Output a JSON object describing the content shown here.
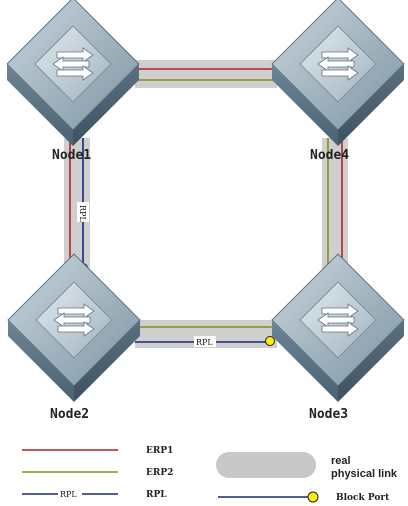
{
  "nodes": {
    "node1": {
      "label": "Node1"
    },
    "node2": {
      "label": "Node2"
    },
    "node3": {
      "label": "Node3"
    },
    "node4": {
      "label": "Node4"
    }
  },
  "links": {
    "node1_node2_tag": "RPL",
    "node2_node3_tag": "RPL"
  },
  "legend": {
    "erp1": {
      "label": "ERP1",
      "color": "#b22222"
    },
    "erp2": {
      "label": "ERP2",
      "color": "#8a8a1e"
    },
    "rpl": {
      "label": "RPL",
      "inline_tag": "RPL",
      "color": "#1a237e"
    },
    "physical_link": {
      "label_line1": "real",
      "label_line2": "physical link",
      "color": "#c8c8c8"
    },
    "block_port": {
      "label": "Block Port",
      "color": "#ffee00"
    }
  }
}
